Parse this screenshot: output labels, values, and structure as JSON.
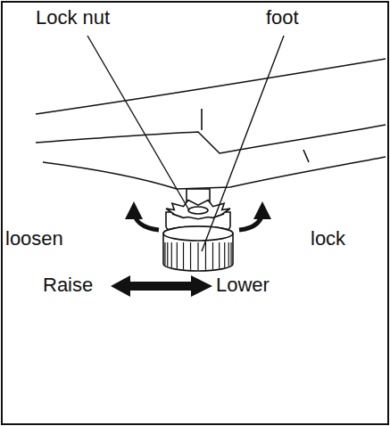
{
  "diagram": {
    "labels": [
      "Lock nut",
      "foot",
      "loosen",
      "lock",
      "Raise",
      "Lower"
    ]
  }
}
